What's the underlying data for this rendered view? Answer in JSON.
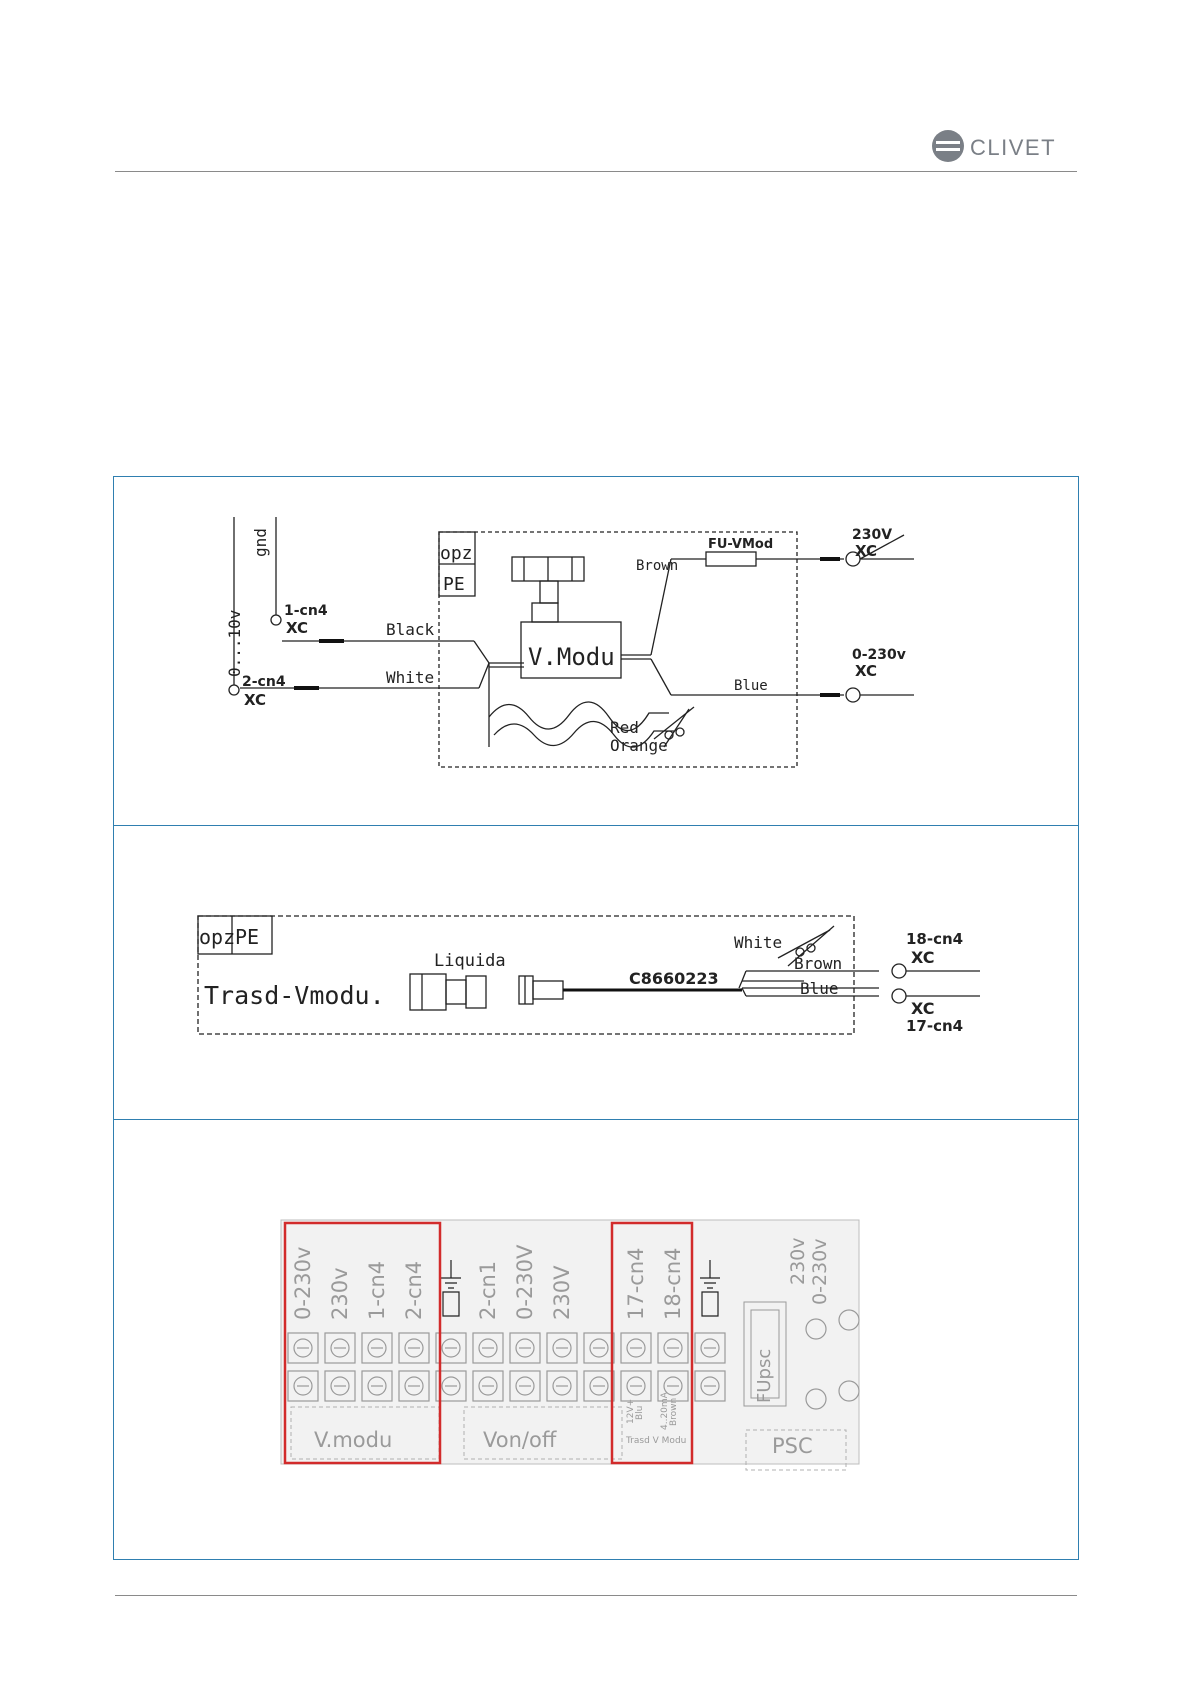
{
  "brand": {
    "name": "CLIVET",
    "accent": "#2f7fb0",
    "highlight": "#d22b2b"
  },
  "panel1": {
    "opz": "opz",
    "pe": "PE",
    "gnd": "gnd",
    "range": "0...10v",
    "t1": "1-cn4",
    "t1xc": "XC",
    "t2": "2-cn4",
    "t2xc": "XC",
    "black": "Black",
    "white": "White",
    "valve": "V.Modu",
    "brown": "Brown",
    "fuse": "FU-VMod",
    "blue": "Blue",
    "red": "Red",
    "orange": "Orange",
    "v230": "230V",
    "v230xc": "XC",
    "v0230": "0-230v",
    "v0230xc": "XC"
  },
  "panel2": {
    "opz": "opz",
    "pe": "PE",
    "name": "Trasd-Vmodu.",
    "liquida": "Liquida",
    "code": "C8660223",
    "white": "White",
    "brown": "Brown",
    "blue": "Blue",
    "t18": "18-cn4",
    "t18xc": "XC",
    "t17xc": "XC",
    "t17": "17-cn4"
  },
  "panel3": {
    "labels": [
      "0-230v",
      "230v",
      "1-cn4",
      "2-cn4",
      "2-cn1",
      "0-230V",
      "230V",
      "17-cn4",
      "18-cn4"
    ],
    "group_vmodu": "V.modu",
    "group_vonoff": "Von/off",
    "group_psc": "PSC",
    "fupsc": "FUpsc",
    "psc_labels": [
      "230v",
      "0-230v"
    ],
    "trasd_12v": "12V+",
    "trasd_blu": "Blu",
    "trasd_420": "4..20mA",
    "trasd_brown": "Brown",
    "trasd_caption": "Trasd V Modu"
  }
}
